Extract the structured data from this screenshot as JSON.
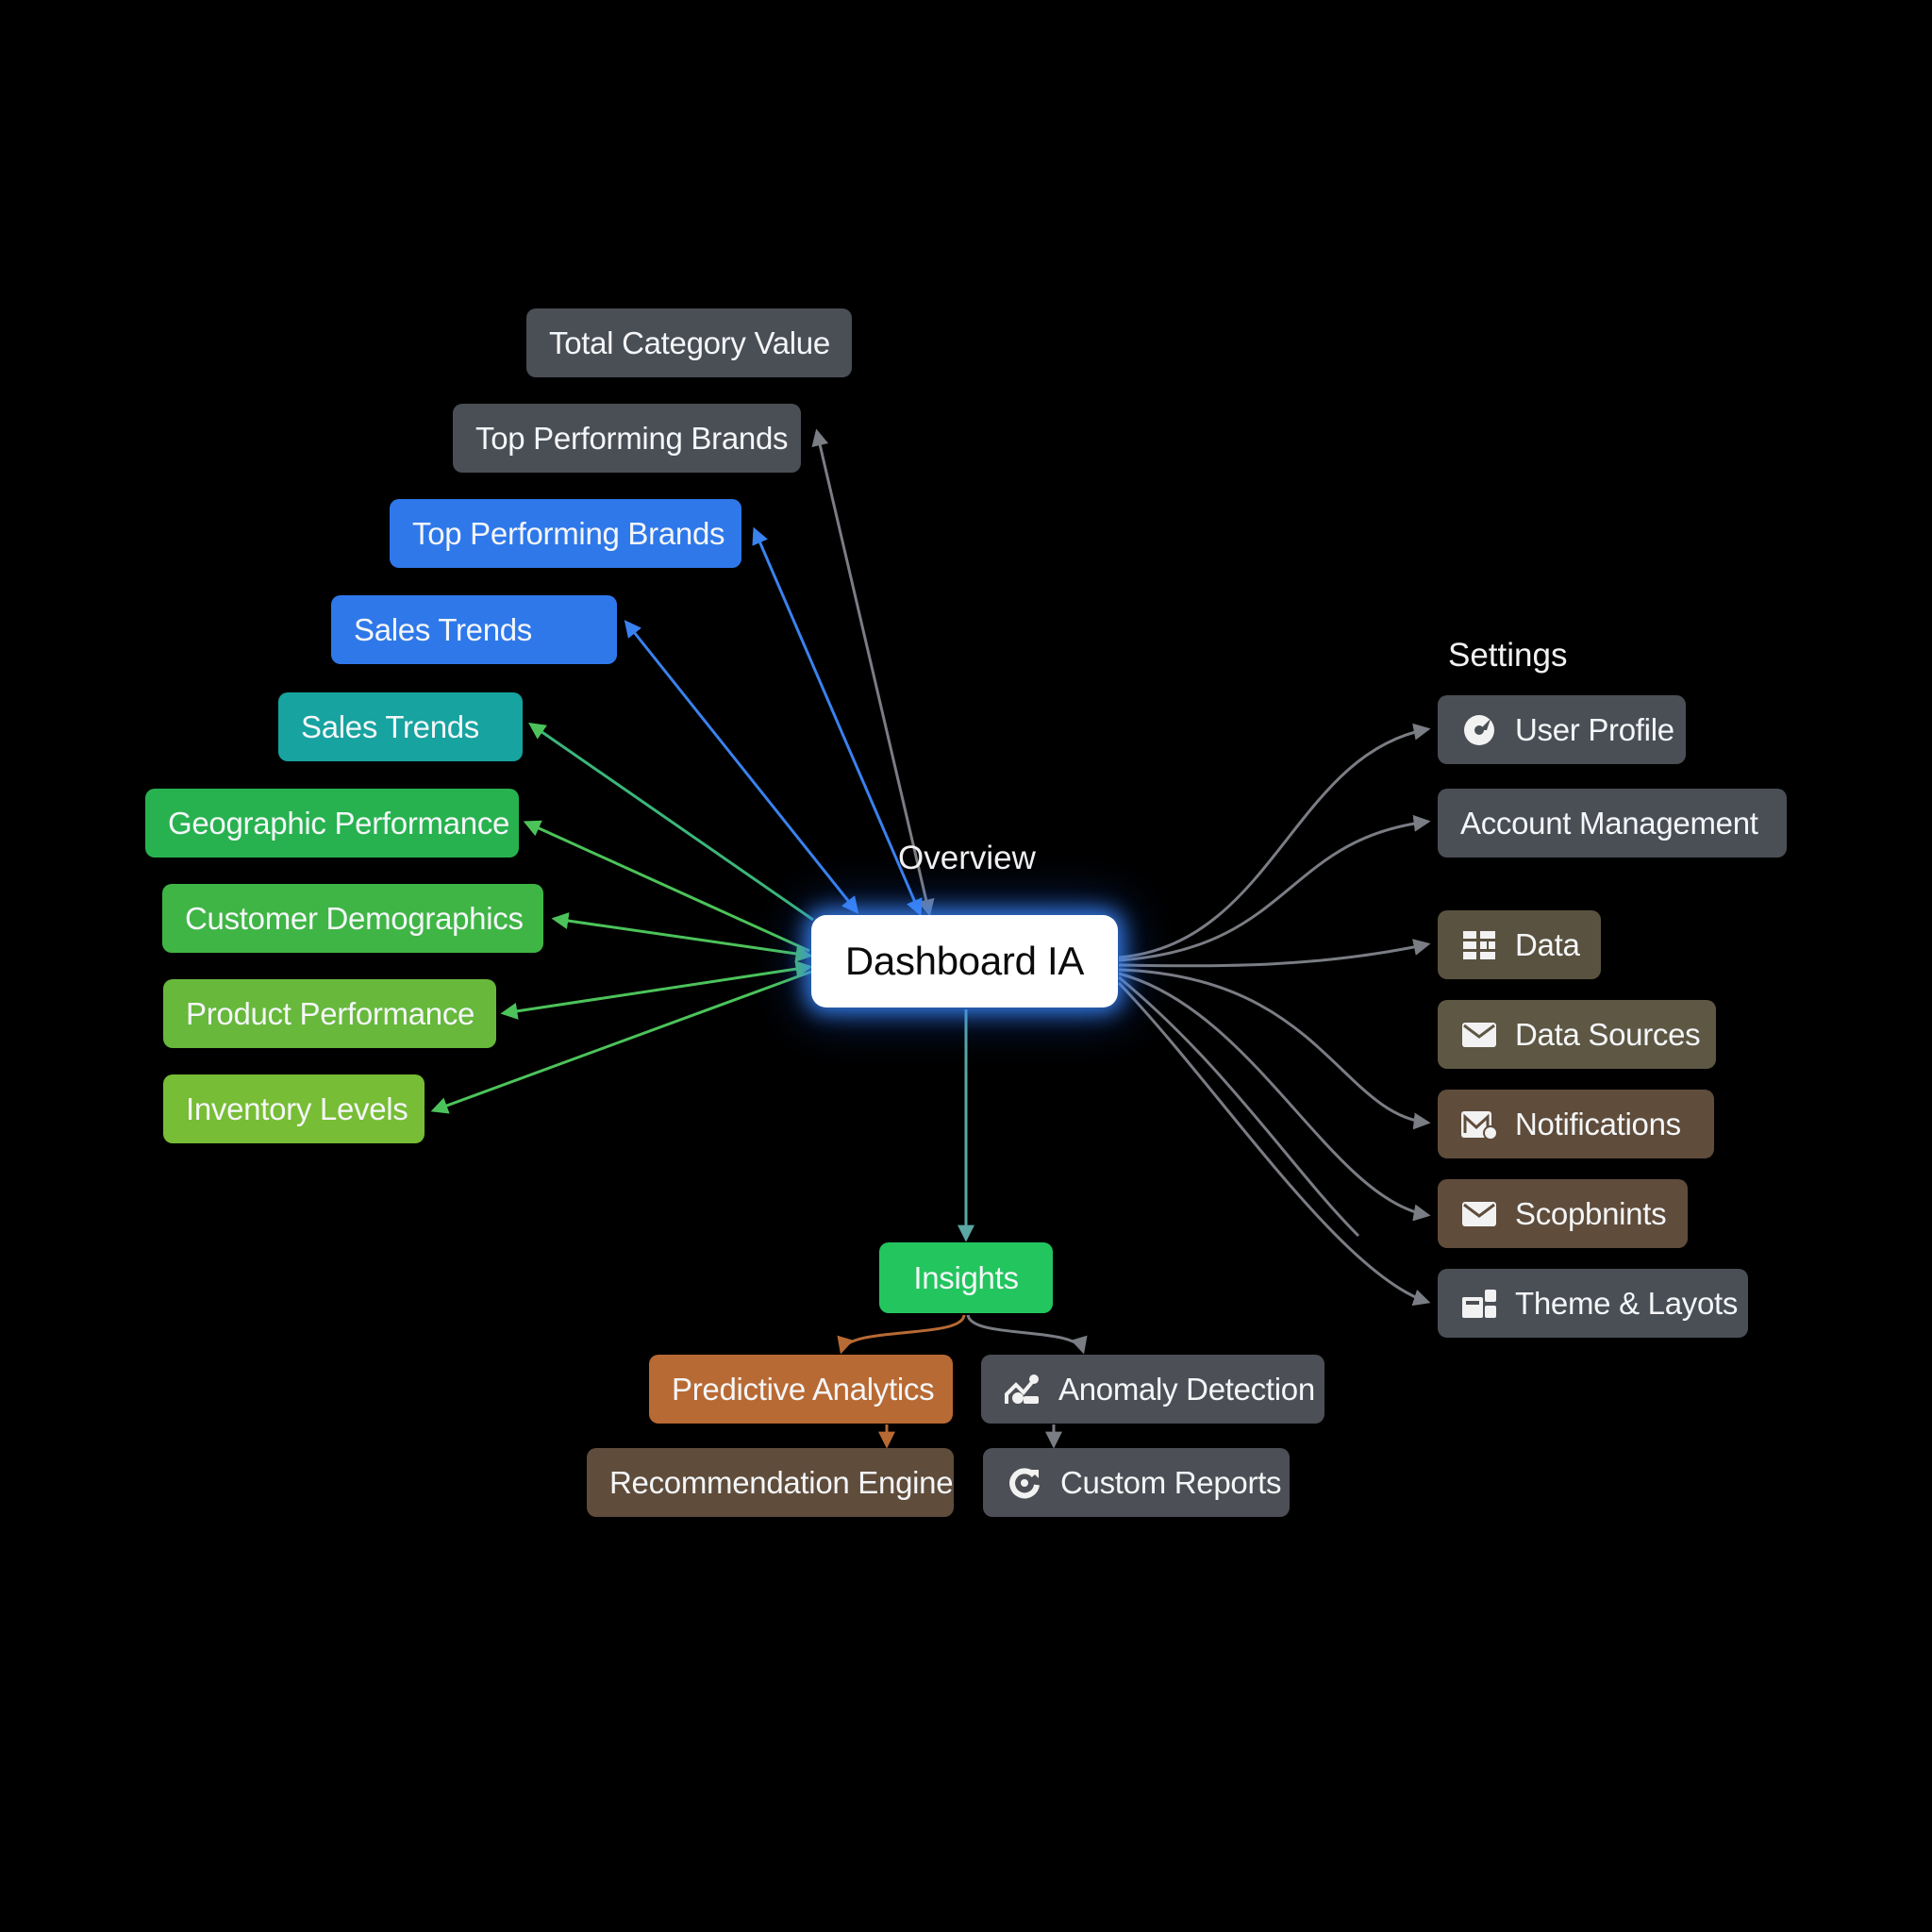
{
  "center": {
    "title": "Dashboard IA"
  },
  "sections": {
    "overview": "Overview",
    "settings": "Settings"
  },
  "overview_items": [
    {
      "label": "Total Category Value",
      "color": "#4a4e55"
    },
    {
      "label": "Top Performing Brands",
      "color": "#4a4e55"
    },
    {
      "label": "Top Performing Brands",
      "color": "#2f78ea"
    },
    {
      "label": "Sales Trends",
      "color": "#2f78ea"
    },
    {
      "label": "Sales Trends",
      "color": "#17a3a0"
    },
    {
      "label": "Geographic Performance",
      "color": "#27b24f"
    },
    {
      "label": "Customer Demographics",
      "color": "#3fb545"
    },
    {
      "label": "Product Performance",
      "color": "#67b83b"
    },
    {
      "label": "Inventory Levels",
      "color": "#77bd35"
    }
  ],
  "settings_items": [
    {
      "label": "User Profile",
      "icon": "settings-gear-icon"
    },
    {
      "label": "Account Management",
      "icon": ""
    },
    {
      "label": "Data",
      "icon": "grid-icon"
    },
    {
      "label": "Data Sources",
      "icon": "envelope-icon"
    },
    {
      "label": "Notifications",
      "icon": "mail-badge-icon"
    },
    {
      "label": "Scopbnints",
      "icon": "envelope-icon"
    },
    {
      "label": "Theme & Layots",
      "icon": "layout-icon"
    }
  ],
  "insights": {
    "title": "Insights",
    "items": [
      {
        "label": "Predictive Analytics",
        "icon": ""
      },
      {
        "label": "Anomaly Detection",
        "icon": "anomaly-icon"
      },
      {
        "label": "Recommendation Engine",
        "icon": ""
      },
      {
        "label": "Custom Reports",
        "icon": "refresh-icon"
      }
    ]
  },
  "colors": {
    "background": "#000000",
    "edge_gray": "#7a7d83",
    "edge_blue": "#3a82ef",
    "edge_green": "#4cc35a",
    "edge_orange": "#b86a34",
    "glow": "#3c8cff"
  }
}
